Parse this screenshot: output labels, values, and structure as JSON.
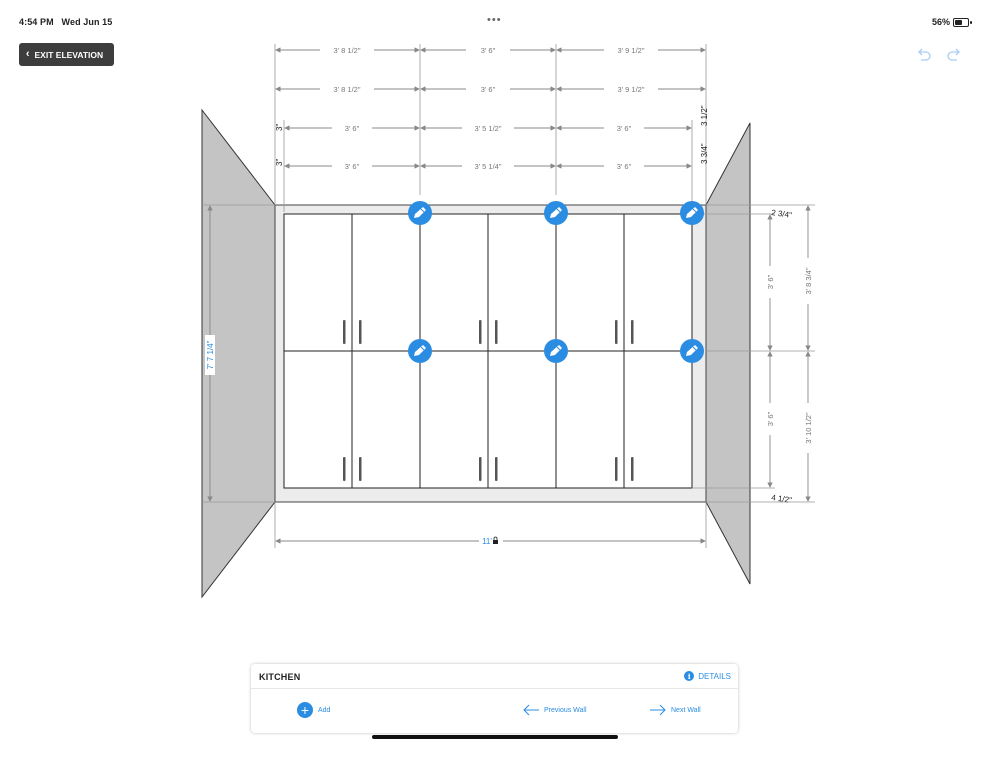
{
  "status_bar": {
    "time": "4:54 PM",
    "date": "Wed Jun 15",
    "dots": "•••",
    "battery_percent": "56%",
    "battery_level": 0.56
  },
  "toolbar": {
    "exit_label": "EXIT ELEVATION",
    "undo_icon": "undo-icon",
    "redo_icon": "redo-icon"
  },
  "dimensions": {
    "top_row_1": [
      "3' 8 1/2\"",
      "3' 6\"",
      "3' 9 1/2\""
    ],
    "top_row_2": [
      "3' 8 1/2\"",
      "3' 6\"",
      "3' 9 1/2\""
    ],
    "top_row_3": [
      "3' 6\"",
      "3' 5 1/2\"",
      "3' 6\""
    ],
    "top_row_4": [
      "3' 6\"",
      "3' 5 1/4\"",
      "3' 6\""
    ],
    "left_gap_3": "3\"",
    "left_gap_4": "3\"",
    "right_gap_3": "3 1/2\"",
    "right_gap_4": "3 3/4\"",
    "right_top_gap": "2 3/4\"",
    "right_upper_cab": "3' 6\"",
    "right_lower_cab": "3' 6\"",
    "right_upper_total": "3' 8 3/4\"",
    "right_lower_total": "3' 10 1/2\"",
    "right_bottom_gap": "4 1/2\"",
    "left_height": "7' 7 1/4\"",
    "bottom_width": "11'"
  },
  "colors": {
    "accent": "#2a8de2",
    "wall_side": "#c4c4c4",
    "wall_face": "#ececec",
    "dim_line": "#888888"
  },
  "panel": {
    "title": "KITCHEN",
    "details_label": "DETAILS",
    "add_label": "Add",
    "prev_label": "Previous Wall",
    "next_label": "Next Wall"
  }
}
